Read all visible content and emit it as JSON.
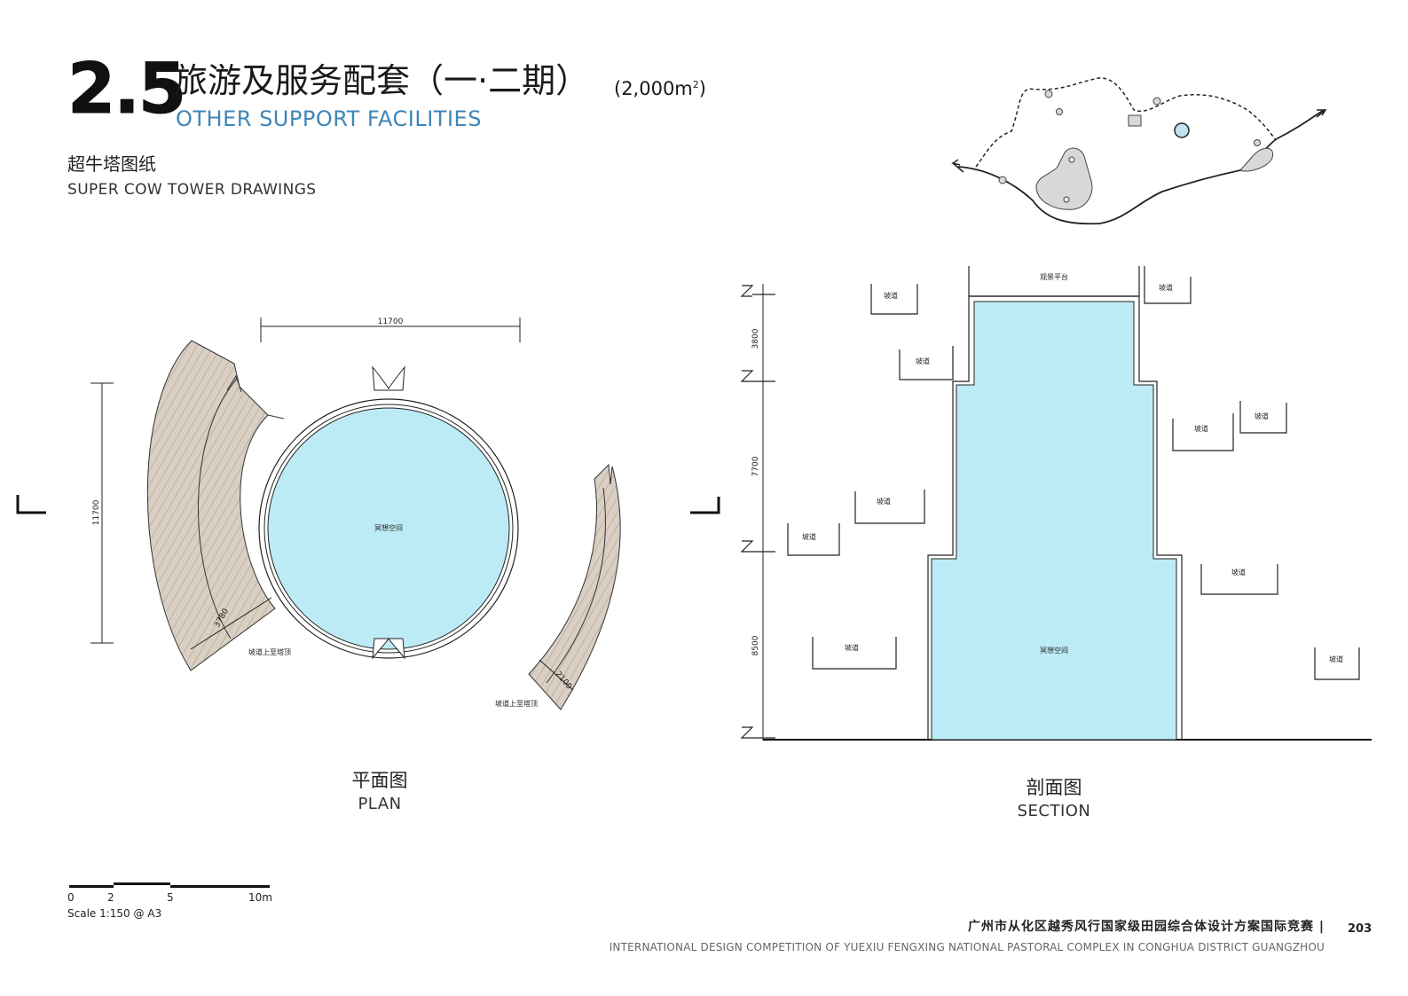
{
  "header": {
    "section_number": "2.5",
    "title_cn": "旅游及服务配套（一·二期）",
    "area_prefix": "(2,000m",
    "area_sup": "2",
    "area_suffix": ")",
    "title_en": "OTHER SUPPORT FACILITIES",
    "subtitle_cn": "超牛塔图纸",
    "subtitle_en": "SUPER COW TOWER DRAWINGS"
  },
  "plan": {
    "label_cn": "平面图",
    "label_en": "PLAN",
    "dim_width": "11700",
    "dim_height": "11700",
    "center_label": "冥想空间",
    "ramp_width_left": "3780",
    "ramp_width_right": "2100",
    "ramp_label_left": "坡道上至塔顶",
    "ramp_label_right": "坡道上至塔顶"
  },
  "section": {
    "label_cn": "剖面图",
    "label_en": "SECTION",
    "top_platform": "观景平台",
    "center_label": "冥想空间",
    "ramp_label": "坡道",
    "dim_top": "3800",
    "dim_mid": "7700",
    "dim_bottom": "8500"
  },
  "scale": {
    "ticks": [
      "0",
      "2",
      "5",
      "10m"
    ],
    "text": "Scale 1:150 @ A3"
  },
  "footer": {
    "cn": "广州市从化区越秀风行国家级田园综合体设计方案国际竞赛",
    "divider": "|",
    "en": "INTERNATIONAL DESIGN COMPETITION OF YUEXIU FENGXING NATIONAL PASTORAL COMPLEX IN CONGHUA DISTRICT GUANGZHOU",
    "page": "203"
  },
  "colors": {
    "accent": "#3f86b8",
    "water": "#bdebf5",
    "wood": "#d9cfc2"
  }
}
